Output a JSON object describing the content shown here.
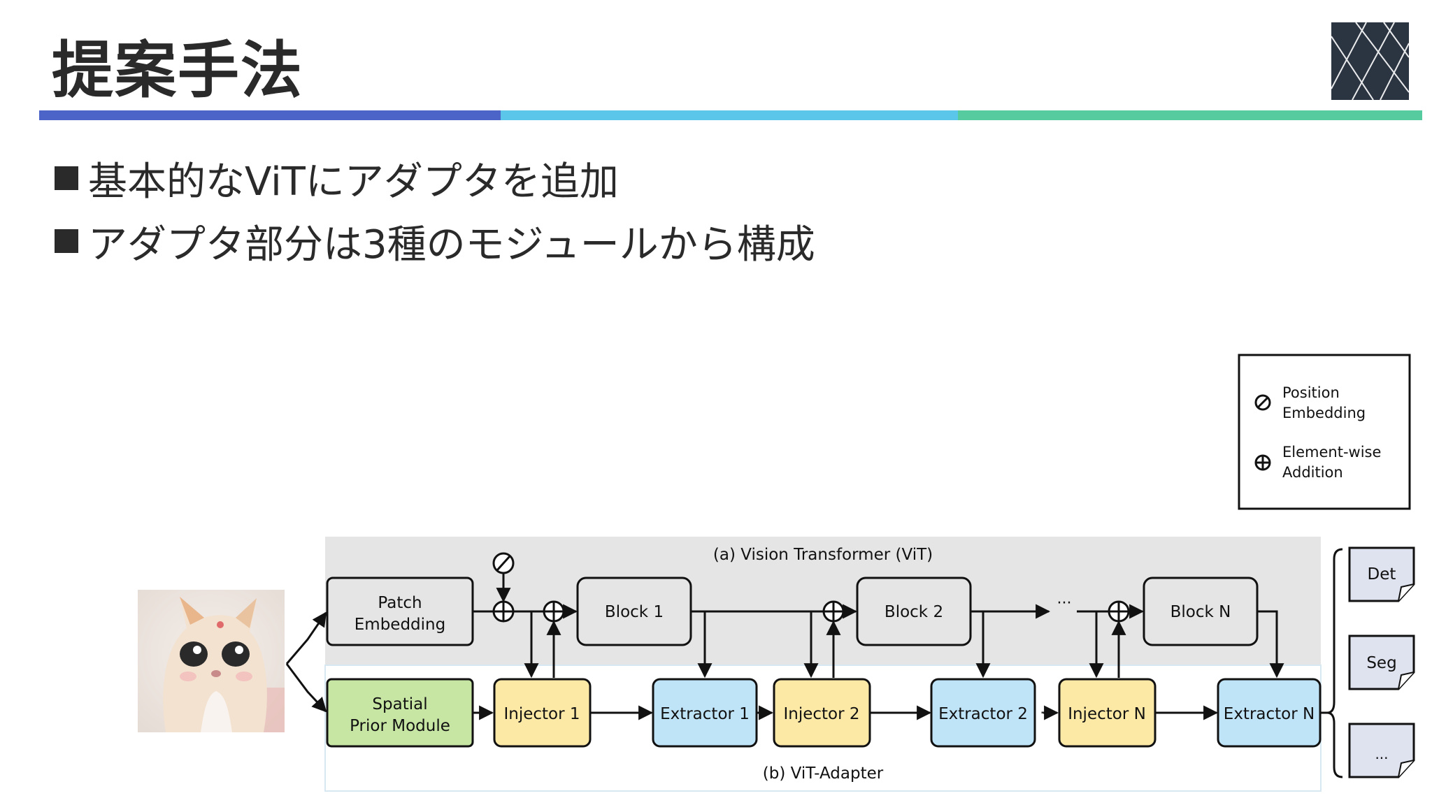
{
  "slide": {
    "title": "提案手法",
    "bullets": [
      "基本的なViTにアダプタを追加",
      "アダプタ部分は3種のモジュールから構成"
    ]
  },
  "colors": {
    "title_text": "#2a2a2a",
    "bar_blue": "#4c63c8",
    "bar_cyan": "#5cc6ea",
    "bar_green": "#56cb9f",
    "vit_bg": "#e5e5e5",
    "injector": "#fde9a6",
    "extractor": "#bfe3f7",
    "spatial": "#c7e6a4",
    "output_card": "#dfe2ef"
  },
  "diagram": {
    "vit_title": "(a) Vision Transformer (ViT)",
    "adapter_title": "(b) ViT-Adapter",
    "patch_embedding": [
      "Patch",
      "Embedding"
    ],
    "spatial_prior": [
      "Spatial",
      "Prior Module"
    ],
    "blocks": [
      "Block 1",
      "Block 2",
      "Block N"
    ],
    "injectors": [
      "Injector 1",
      "Injector 2",
      "Injector N"
    ],
    "extractors": [
      "Extractor 1",
      "Extractor 2",
      "Extractor N"
    ],
    "ellipsis": "···",
    "outputs": [
      "Det",
      "Seg",
      "..."
    ],
    "legend": [
      {
        "symbol": "position-embedding-icon",
        "lines": [
          "Position",
          "Embedding"
        ]
      },
      {
        "symbol": "element-wise-addition-icon",
        "lines": [
          "Element-wise",
          "Addition"
        ]
      }
    ],
    "input_image": "cat-photo"
  }
}
